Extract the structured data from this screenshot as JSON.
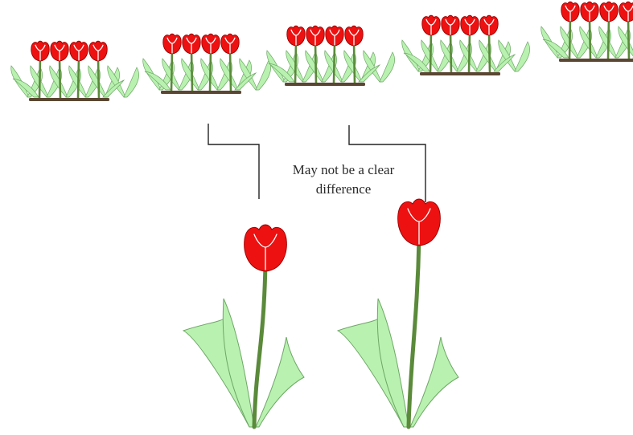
{
  "diagram": {
    "caption_line1": "May not be a clear",
    "caption_line2": "difference",
    "groups": [
      {
        "name": "tulip-group-1",
        "plants": 4
      },
      {
        "name": "tulip-group-2",
        "plants": 4
      },
      {
        "name": "tulip-group-3",
        "plants": 4
      },
      {
        "name": "tulip-group-4",
        "plants": 4
      },
      {
        "name": "tulip-group-5",
        "plants": 4
      }
    ],
    "single_tulips": [
      {
        "name": "single-tulip-left",
        "source_group": "tulip-group-2"
      },
      {
        "name": "single-tulip-right",
        "source_group": "tulip-group-3"
      }
    ]
  },
  "colors": {
    "petal": "#ee1111",
    "petal_outline": "#9a0000",
    "petal_highlight": "#ffffff",
    "stem": "#5a8a3a",
    "leaf": "#b9f2b0",
    "leaf_outline": "#6ea766",
    "soil": "#5a4632",
    "connector": "#222222"
  }
}
